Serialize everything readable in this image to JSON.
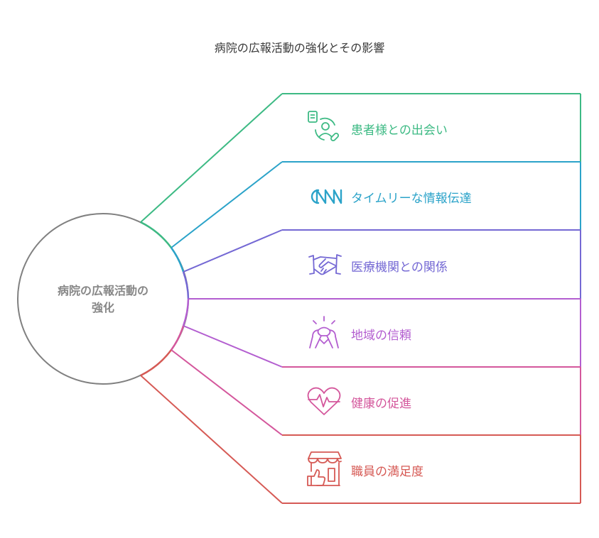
{
  "title": "病院の広報活動の強化とその影響",
  "center": {
    "label_line1": "病院の広報活動の",
    "label_line2": "強化",
    "color": "#808080"
  },
  "items": [
    {
      "label": "患者様との出会い",
      "icon": "patient-icon",
      "color": "#3dba84"
    },
    {
      "label": "タイムリーな情報伝達",
      "icon": "cnn-logo-icon",
      "color": "#2ba3c9"
    },
    {
      "label": "医療機関との関係",
      "icon": "handshake-icon",
      "color": "#7468d4"
    },
    {
      "label": "地域の信頼",
      "icon": "arm-wrestle-icon",
      "color": "#b35ed0"
    },
    {
      "label": "健康の促進",
      "icon": "heartbeat-icon",
      "color": "#d4579c"
    },
    {
      "label": "職員の満足度",
      "icon": "shop-thumbs-up-icon",
      "color": "#d65a55"
    }
  ]
}
